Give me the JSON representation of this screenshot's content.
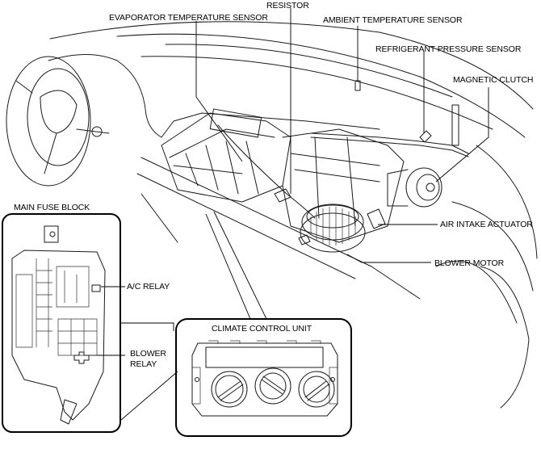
{
  "diagram": {
    "title": "Air conditioning system component location",
    "labels": {
      "resistor": "RESISTOR",
      "evaporator_temperature_sensor": "EVAPORATOR TEMPERATURE SENSOR",
      "ambient_temperature_sensor": "AMBIENT TEMPERATURE SENSOR",
      "refrigerant_pressure_sensor": "REFRIGERANT PRESSURE SENSOR",
      "magnetic_clutch": "MAGNETIC CLUTCH",
      "air_intake_actuator": "AIR INTAKE ACTUATOR",
      "blower_motor": "BLOWER MOTOR",
      "main_fuse_block": "MAIN FUSE BLOCK",
      "ac_relay": "A/C RELAY",
      "blower_relay_line1": "BLOWER",
      "blower_relay_line2": "RELAY",
      "climate_control_unit": "CLIMATE CONTROL UNIT"
    },
    "insets": [
      "MAIN FUSE BLOCK",
      "CLIMATE CONTROL UNIT"
    ]
  }
}
